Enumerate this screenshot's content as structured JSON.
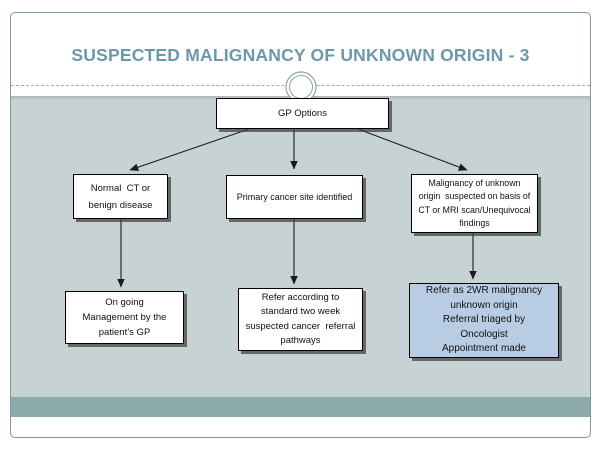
{
  "slide": {
    "title": "SUSPECTED MALIGNANCY OF UNKNOWN ORIGIN - 3"
  },
  "colors": {
    "title_text": "#6d98ab",
    "body_background": "#c7d2d5",
    "footer_band": "#8cabaa",
    "slide_border": "#7e9d9a",
    "highlight_box": "#b8cce4",
    "box_border": "#000000"
  },
  "flowchart": {
    "root": {
      "label": "GP Options"
    },
    "branches": [
      {
        "text": "Normal  CT or\nbenign disease"
      },
      {
        "text": "Primary cancer site identified"
      },
      {
        "text": "Malignancy of unknown\norigin  suspected on basis of\nCT or MRI scan/Unequivocal\nfindings"
      }
    ],
    "outcomes": [
      {
        "text": "On going\nManagement by the\npatient’s GP"
      },
      {
        "text": "Refer according to\nstandard two week\nsuspected cancer  referral\npathways"
      },
      {
        "text": "Refer as 2WR malignancy\nunknown origin\nReferral triaged by\nOncologist\nAppointment made",
        "highlighted": true
      }
    ]
  }
}
